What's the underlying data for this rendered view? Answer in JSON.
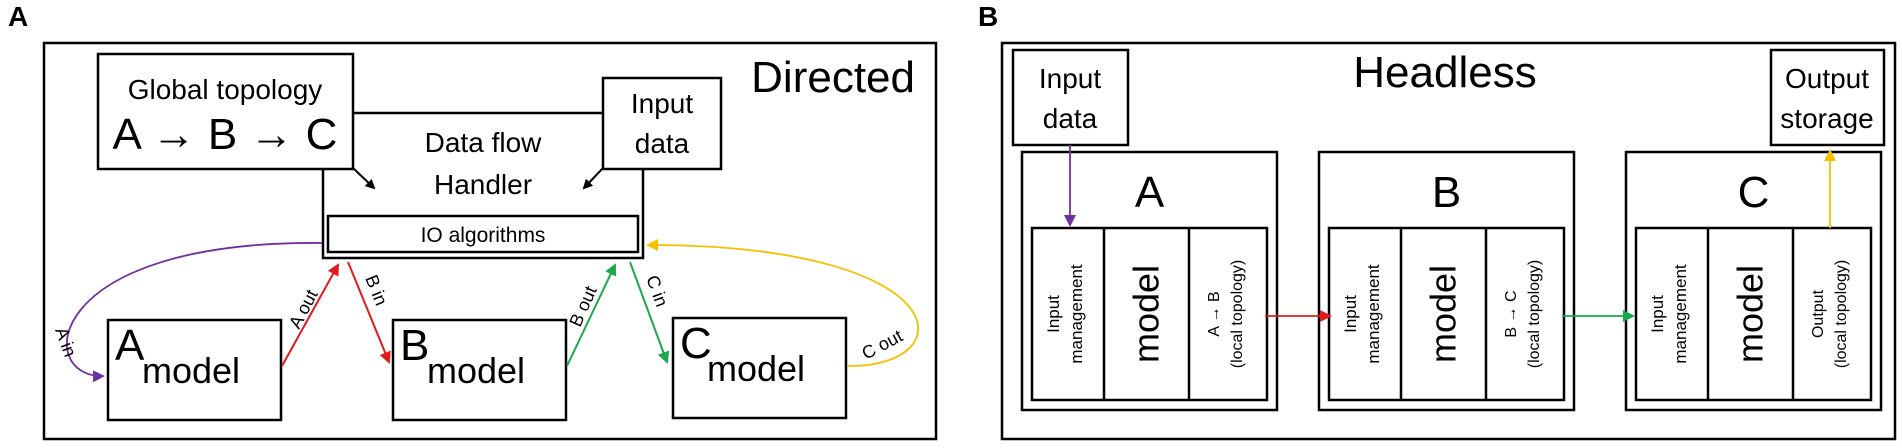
{
  "panel_a": {
    "letter": "A",
    "title": "Directed",
    "global_topology": {
      "line1": "Global topology",
      "line2": "A → B → C"
    },
    "input_data": {
      "line1": "Input",
      "line2": "data"
    },
    "handler": {
      "line1": "Data flow",
      "line2": "Handler",
      "io": "IO algorithms"
    },
    "models": [
      {
        "letter": "A",
        "word": "model"
      },
      {
        "letter": "B",
        "word": "model"
      },
      {
        "letter": "C",
        "word": "model"
      }
    ],
    "arrows": {
      "a_in": "A in",
      "a_out": "A out",
      "b_in": "B in",
      "b_out": "B out",
      "c_in": "C in",
      "c_out": "C out"
    }
  },
  "panel_b": {
    "letter": "B",
    "title": "Headless",
    "input_data": {
      "line1": "Input",
      "line2": "data"
    },
    "output_storage": {
      "line1": "Output",
      "line2": "storage"
    },
    "modules": [
      {
        "name": "A",
        "input_l1": "Input",
        "input_l2": "management",
        "model": "model",
        "topo_l1": "A → B",
        "topo_l2": "(local topology)"
      },
      {
        "name": "B",
        "input_l1": "Input",
        "input_l2": "management",
        "model": "model",
        "topo_l1": "B → C",
        "topo_l2": "(local topology)"
      },
      {
        "name": "C",
        "input_l1": "Input",
        "input_l2": "management",
        "model": "model",
        "topo_l1": "Output",
        "topo_l2": "(local topology)"
      }
    ]
  },
  "colors": {
    "a": "#7030a0",
    "red": "#e01b1b",
    "green": "#19a84a",
    "yellow": "#f5c000",
    "black": "#000000"
  }
}
